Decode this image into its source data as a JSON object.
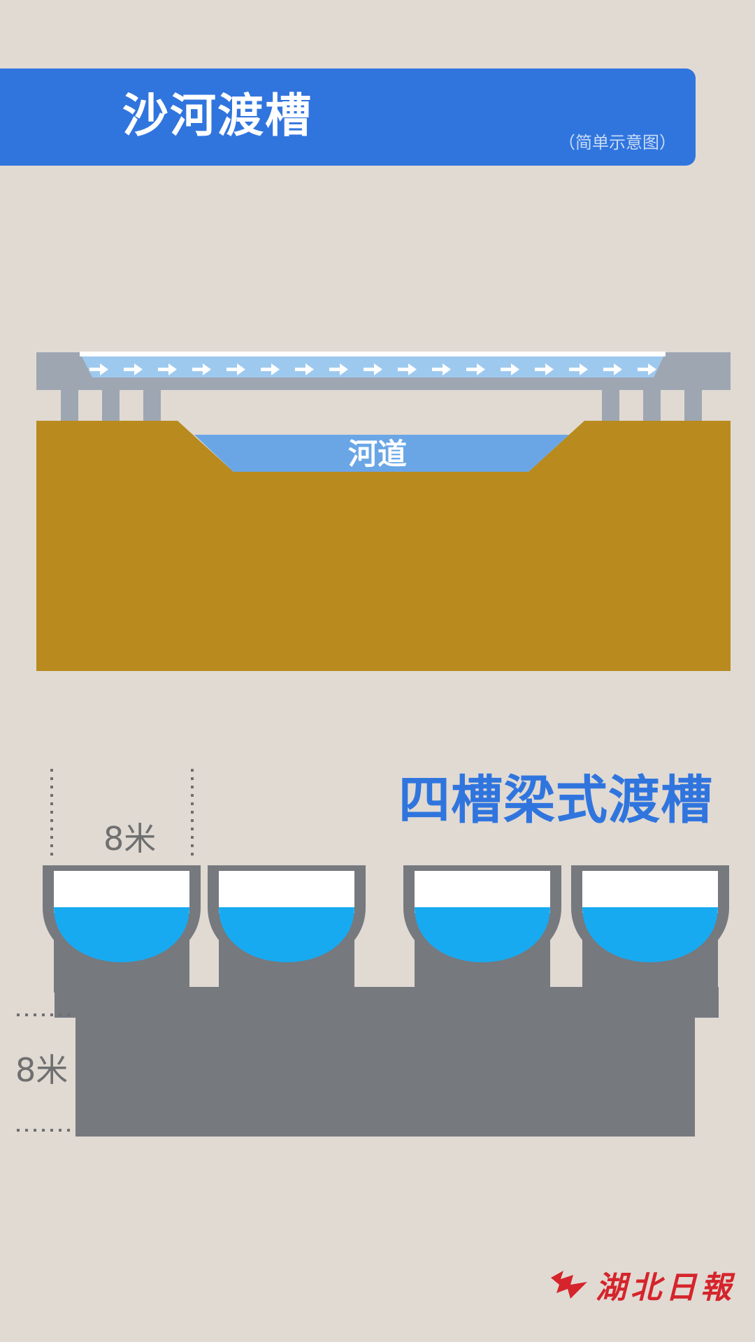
{
  "header": {
    "title": "沙河渡槽",
    "note": "（简单示意图）"
  },
  "diagram": {
    "river_label": "河道",
    "aqueduct_type": "四槽梁式渡槽",
    "trough_width_label": "8米",
    "pier_height_label": "8米",
    "trough_count": 4
  },
  "branding": {
    "logo_text": "湖北日報",
    "logo_icon": "hubei-daily-logo-icon"
  },
  "colors": {
    "banner": "#3075de",
    "earth": "#b98a1e",
    "river": "#6aa6e6",
    "water": "#18aaf0",
    "concrete": "#76797e",
    "bridge": "#9ea6b2",
    "logo": "#d5242b"
  }
}
